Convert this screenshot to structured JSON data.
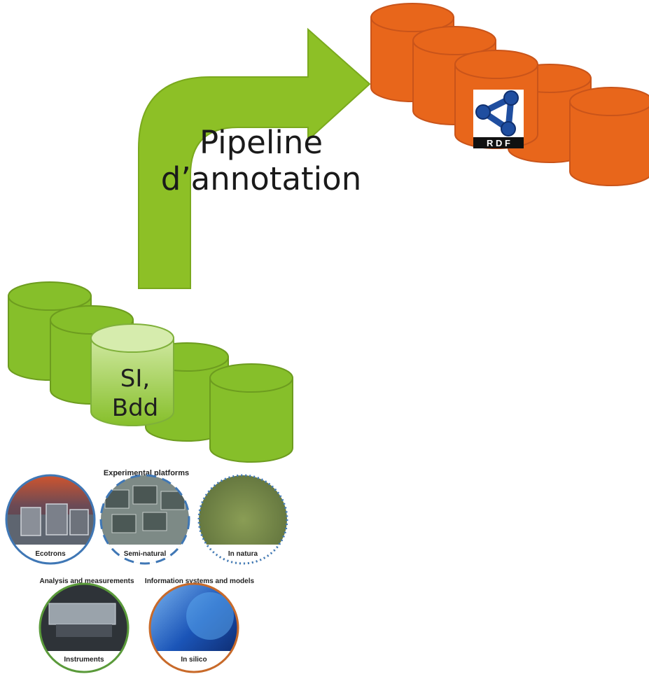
{
  "pipeline": {
    "line1": "Pipeline",
    "line2": "d’annotation"
  },
  "source_db": {
    "line1": "SI,",
    "line2": "Bdd"
  },
  "rdf_logo": {
    "text": "R D F"
  },
  "platforms": {
    "heading": "Experimental platforms",
    "ecotrons": "Ecotrons",
    "semi_natural": "Semi-natural",
    "in_natura": "In natura",
    "analysis_heading": "Analysis and measurements",
    "info_heading": "Information systems and models",
    "instruments": "Instruments",
    "in_silico": "In silico"
  },
  "colors": {
    "arrow_green": "#8dc026",
    "db_green": "#86bf2a",
    "db_green_light": "#a6d45a",
    "db_orange": "#e8661b",
    "rdf_blue": "#1f4ea0"
  }
}
